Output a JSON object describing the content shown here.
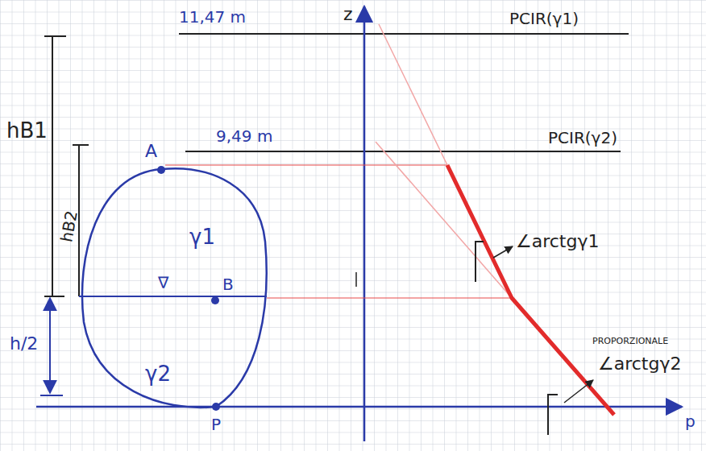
{
  "diagram": {
    "labels": [
      "11,47 m",
      "z",
      "PCIR(γ1)",
      "hB1",
      "A",
      "9,49 m",
      "PCIR(γ2)",
      "hB2",
      "γ1",
      "∇",
      "B",
      "∠arctgγ1",
      "PROPORZIONALE",
      "∠arctgγ2",
      "h/2",
      "γ2",
      "P",
      "p"
    ]
  }
}
